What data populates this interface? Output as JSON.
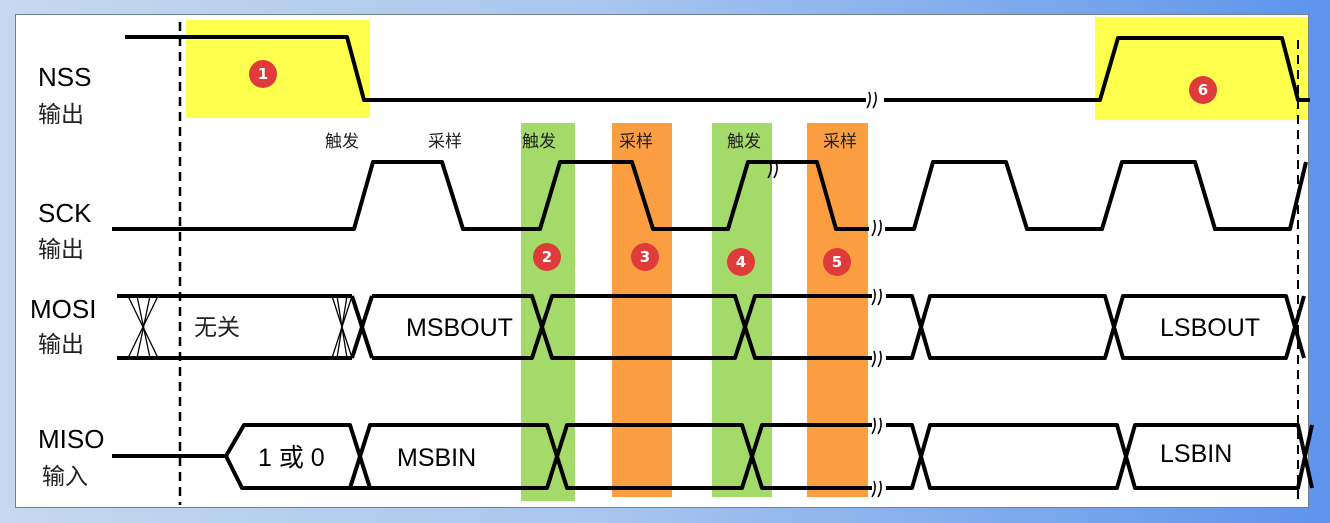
{
  "signals": [
    {
      "name": "NSS",
      "dir": "输出"
    },
    {
      "name": "SCK",
      "dir": "输出"
    },
    {
      "name": "MOSI",
      "dir": "输出"
    },
    {
      "name": "MISO",
      "dir": "输入"
    }
  ],
  "edge_labels": {
    "trigger": "触发",
    "sample": "采样"
  },
  "mosi": {
    "dont_care": "无关",
    "msb": "MSBOUT",
    "lsb": "LSBOUT"
  },
  "miso": {
    "initial": "1 或 0",
    "msb": "MSBIN",
    "lsb": "LSBIN"
  },
  "steps": [
    "1",
    "2",
    "3",
    "4",
    "5",
    "6"
  ],
  "colors": {
    "highlight_yellow": "#ffff4d",
    "trigger_green": "#a3da6a",
    "sample_orange": "#fb9e41",
    "badge_red": "#e03b3b"
  }
}
